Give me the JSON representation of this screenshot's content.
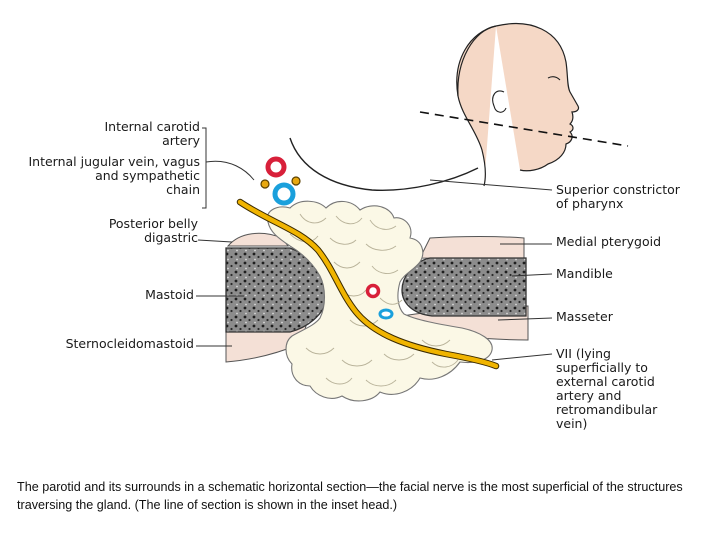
{
  "labels": {
    "internal_carotid": "Internal carotid\nartery",
    "internal_jugular": "Internal jugular vein, vagus\nand sympathetic\nchain",
    "posterior_belly": "Posterior belly\ndigastric",
    "mastoid": "Mastoid",
    "sternocleidomastoid": "Sternocleidomastoid",
    "superior_constrictor": "Superior constrictor\nof pharynx",
    "medial_pterygoid": "Medial pterygoid",
    "mandible": "Mandible",
    "masseter": "Masseter",
    "facial_nerve": "VII (lying\nsuperficially to\nexternal carotid\nartery and\nretromandibular\nvein)"
  },
  "caption": "The parotid and its surrounds in a schematic horizontal section—the facial nerve is the most superficial of the structures traversing the gland. (The line of section is shown in the inset head.)",
  "colors": {
    "gland": "#fbf8e6",
    "muscle": "#f4e0d6",
    "bone": "#9a9a9a",
    "nerve": "#f0b400",
    "artery": "#d8203a",
    "vein": "#1aa0dc"
  }
}
